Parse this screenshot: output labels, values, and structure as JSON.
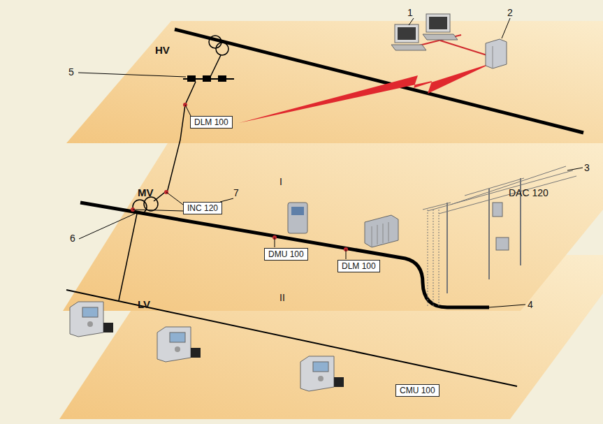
{
  "diagram": {
    "nodes": [
      {
        "text": [
          "DLM 100"
        ]
      },
      {
        "text": [
          "INC 120"
        ]
      },
      {
        "text": [
          "DMU 100"
        ]
      },
      {
        "text": [
          "DLM 100"
        ]
      },
      {
        "text": [
          "CMU 100"
        ]
      }
    ],
    "labels": [
      "1",
      "2",
      "3",
      "4",
      "5",
      "6",
      "7",
      "HV",
      "MV",
      "LV",
      "I",
      "II",
      "DAC 120"
    ]
  }
}
